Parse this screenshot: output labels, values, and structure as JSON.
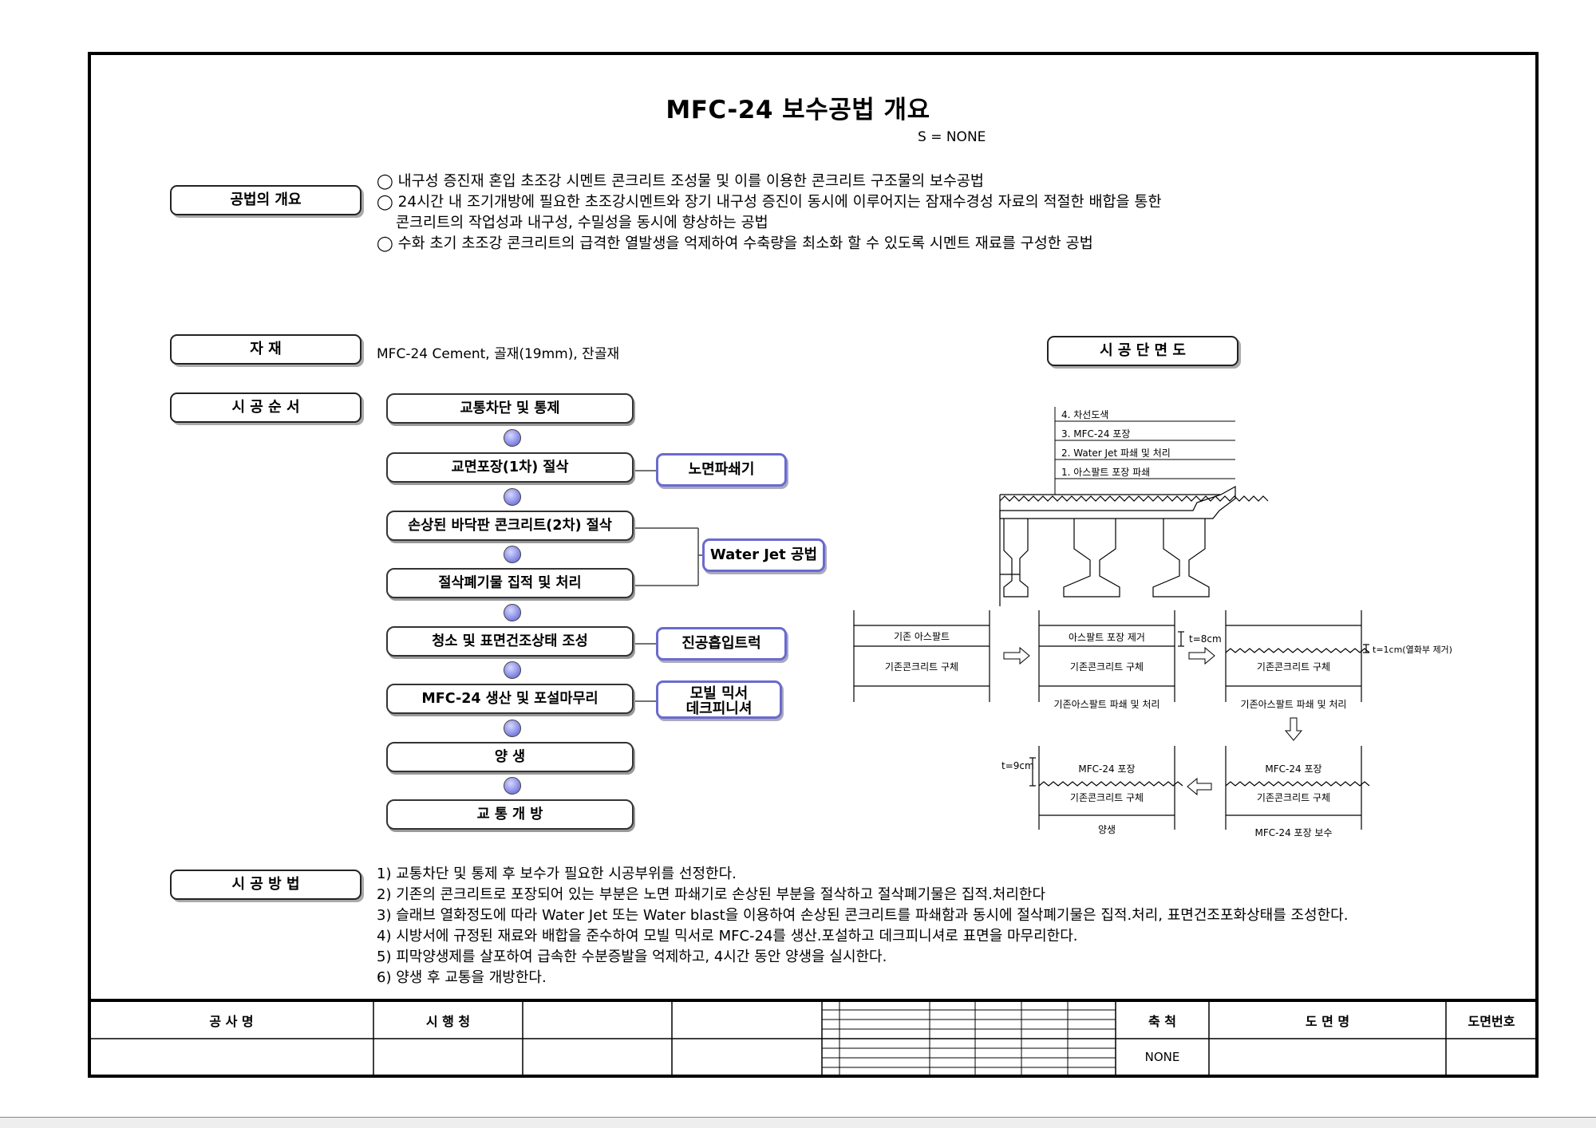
{
  "title": "MFC-24 보수공법 개요",
  "scale": "S = NONE",
  "labels": {
    "overview": "공법의 개요",
    "materials": "자      재",
    "sequence": "시 공 순 서",
    "method": "시 공 방 법",
    "section": "시 공 단 면 도"
  },
  "overview_lines": [
    "◯ 내구성 증진재 혼입 초조강 시멘트 콘크리트 조성물 및 이를 이용한 콘크리트 구조물의 보수공법",
    "◯ 24시간 내 조기개방에 필요한 초조강시멘트와 장기 내구성 증진이 동시에 이루어지는 잠재수경성 자료의 적절한 배합을 통한",
    "콘크리트의 작업성과 내구성, 수밀성을 동시에 향상하는 공법",
    "◯ 수화 초기 초조강 콘크리트의 급격한 열발생을 억제하여 수축량을 최소화 할 수 있도록 시멘트 재료를 구성한 공법"
  ],
  "materials_text": "MFC-24 Cement, 골재(19mm), 잔골재",
  "steps": [
    "교통차단 및 통제",
    "교면포장(1차) 절삭",
    "손상된 바닥판 콘크리트(2차) 절삭",
    "절삭폐기물 집적 및 처리",
    "청소 및 표면건조상태 조성",
    "MFC-24 생산 및 포설마무리",
    "양      생",
    "교 통 개 방"
  ],
  "equipment": {
    "milling": "노면파쇄기",
    "waterjet": "Water Jet 공법",
    "vacuum": "진공흡입트럭",
    "mixer_line1": "모빌 믹서",
    "mixer_line2": "데크피니셔"
  },
  "section_layers": [
    "4. 차선도색",
    "3. MFC-24 포장",
    "2. Water Jet 파쇄 및 처리",
    "1. 아스팔트 포장 파쇄"
  ],
  "stage_boxes": {
    "s1_top": "기존   아스팔트",
    "s1_bottom": "기존콘크리트 구체",
    "s2_top": "아스팔트 포장 제거",
    "s2_bottom": "기존콘크리트 구체",
    "s2_dim": "t=8cm",
    "s2_caption": "기존아스팔트 파쇄 및 처리",
    "s3_bottom": "기존콘크리트 구체",
    "s3_dim": "t=1cm(열화부 제거)",
    "s3_caption": "기존아스팔트 파쇄 및 처리",
    "s4_top": "MFC-24 포장",
    "s4_bottom": "기존콘크리트 구체",
    "s4_caption": "MFC-24 포장 보수",
    "s5_top": "MFC-24 포장",
    "s5_bottom": "기존콘크리트 구체",
    "s5_dim": "t=9cm",
    "s5_caption": "양생"
  },
  "method_lines": [
    "1) 교통차단 및 통제 후 보수가 필요한 시공부위를 선정한다.",
    "2) 기존의 콘크리트로 포장되어 있는 부분은 노면 파쇄기로 손상된 부분을 절삭하고 절삭폐기물은 집적.처리한다",
    "3) 슬래브 열화정도에 따라 Water Jet 또는 Water blast을 이용하여 손상된 콘크리트를 파쇄함과 동시에 절삭폐기물은 집적.처리, 표면건조포화상태를 조성한다.",
    "4) 시방서에 규정된 재료와 배합을 준수하여 모빌 믹서로 MFC-24를 생산.포설하고 데크피니셔로 표면을 마무리한다.",
    "5) 피막양생제를 살포하여 급속한 수분증발을 억제하고, 4시간 동안 양생을 실시한다.",
    "6) 양생 후 교통을 개방한다."
  ],
  "title_block": {
    "project": "공   사   명",
    "client": "시 행 청",
    "scale_label": "축      척",
    "scale_value": "NONE",
    "drawing_name": "도      면      명",
    "drawing_no": "도면번호"
  }
}
